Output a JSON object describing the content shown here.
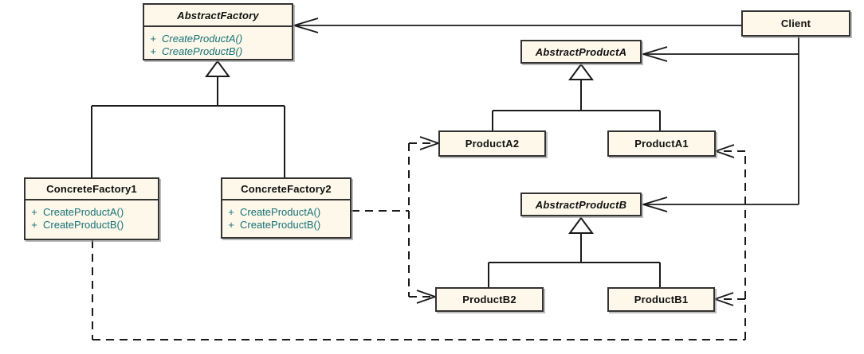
{
  "colors": {
    "class_fill": "#FDF8E9",
    "class_border": "#333333",
    "method_text": "#177179",
    "title_text": "#101010",
    "connector": "#1a1a1a"
  },
  "classes": {
    "abstract_factory": {
      "name": "AbstractFactory",
      "abstract": true,
      "methods": [
        {
          "visibility": "+",
          "signature": "CreateProductA()"
        },
        {
          "visibility": "+",
          "signature": "CreateProductB()"
        }
      ]
    },
    "concrete_factory1": {
      "name": "ConcreteFactory1",
      "abstract": false,
      "methods": [
        {
          "visibility": "+",
          "signature": "CreateProductA()"
        },
        {
          "visibility": "+",
          "signature": "CreateProductB()"
        }
      ]
    },
    "concrete_factory2": {
      "name": "ConcreteFactory2",
      "abstract": false,
      "methods": [
        {
          "visibility": "+",
          "signature": "CreateProductA()"
        },
        {
          "visibility": "+",
          "signature": "CreateProductB()"
        }
      ]
    },
    "client": {
      "name": "Client",
      "abstract": false
    },
    "abstract_product_a": {
      "name": "AbstractProductA",
      "abstract": true
    },
    "product_a2": {
      "name": "ProductA2",
      "abstract": false
    },
    "product_a1": {
      "name": "ProductA1",
      "abstract": false
    },
    "abstract_product_b": {
      "name": "AbstractProductB",
      "abstract": true
    },
    "product_b2": {
      "name": "ProductB2",
      "abstract": false
    },
    "product_b1": {
      "name": "ProductB1",
      "abstract": false
    }
  },
  "relationships": [
    {
      "from": "ConcreteFactory1",
      "to": "AbstractFactory",
      "type": "generalization"
    },
    {
      "from": "ConcreteFactory2",
      "to": "AbstractFactory",
      "type": "generalization"
    },
    {
      "from": "ProductA2",
      "to": "AbstractProductA",
      "type": "generalization"
    },
    {
      "from": "ProductA1",
      "to": "AbstractProductA",
      "type": "generalization"
    },
    {
      "from": "ProductB2",
      "to": "AbstractProductB",
      "type": "generalization"
    },
    {
      "from": "ProductB1",
      "to": "AbstractProductB",
      "type": "generalization"
    },
    {
      "from": "Client",
      "to": "AbstractFactory",
      "type": "association"
    },
    {
      "from": "Client",
      "to": "AbstractProductA",
      "type": "association"
    },
    {
      "from": "Client",
      "to": "AbstractProductB",
      "type": "association"
    },
    {
      "from": "ConcreteFactory2",
      "to": "ProductA2",
      "type": "dependency"
    },
    {
      "from": "ConcreteFactory2",
      "to": "ProductB2",
      "type": "dependency"
    },
    {
      "from": "ConcreteFactory1",
      "to": "ProductA1",
      "type": "dependency"
    },
    {
      "from": "ConcreteFactory1",
      "to": "ProductB1",
      "type": "dependency"
    }
  ]
}
